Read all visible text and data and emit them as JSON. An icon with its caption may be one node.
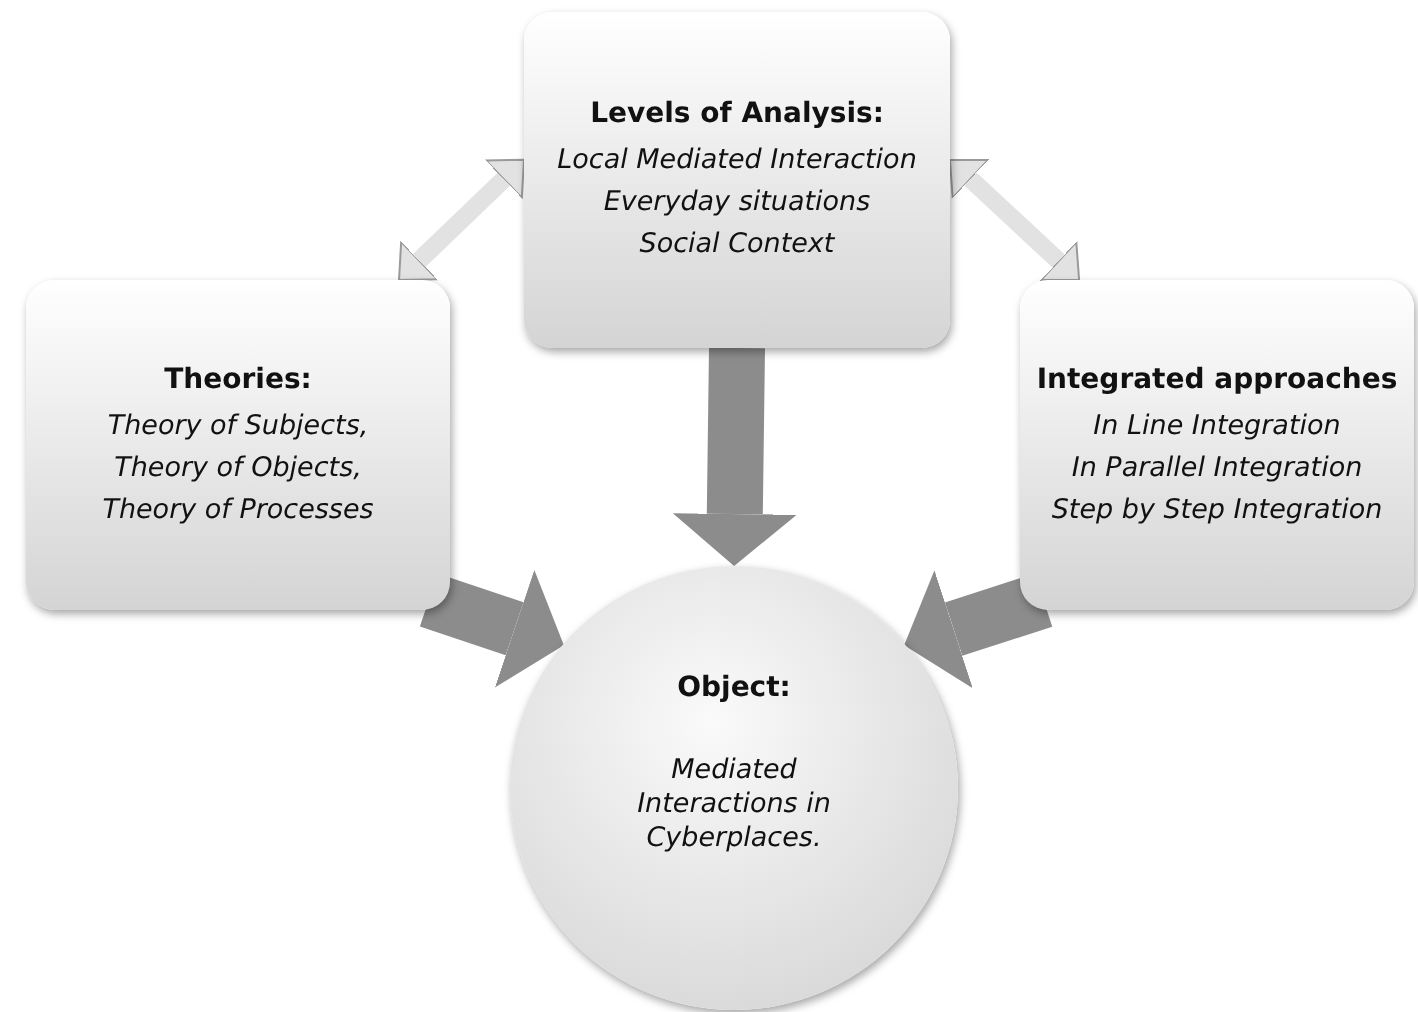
{
  "diagram": {
    "nodes": [
      {
        "text": [
          "Levels of Analysis:",
          "Local Mediated Interaction",
          "Everyday situations",
          "Social Context"
        ]
      },
      {
        "text": [
          "Theories:",
          "Theory of Subjects,",
          "Theory of Objects,",
          "Theory of Processes"
        ]
      },
      {
        "text": [
          "Integrated approaches",
          "In Line Integration",
          "In Parallel Integration",
          "Step by Step Integration"
        ]
      },
      {
        "text": [
          "Object:",
          "Mediated Interactions in Cyberplaces."
        ]
      }
    ],
    "edges": [
      {
        "from": 0,
        "to": 1,
        "arrow": "both",
        "color": "#e2e2e2"
      },
      {
        "from": 0,
        "to": 2,
        "arrow": "both",
        "color": "#e2e2e2"
      },
      {
        "from": 0,
        "to": 3,
        "arrow": "to"
      },
      {
        "from": 1,
        "to": 3,
        "arrow": "to"
      },
      {
        "from": 2,
        "to": 3,
        "arrow": "to"
      }
    ]
  }
}
